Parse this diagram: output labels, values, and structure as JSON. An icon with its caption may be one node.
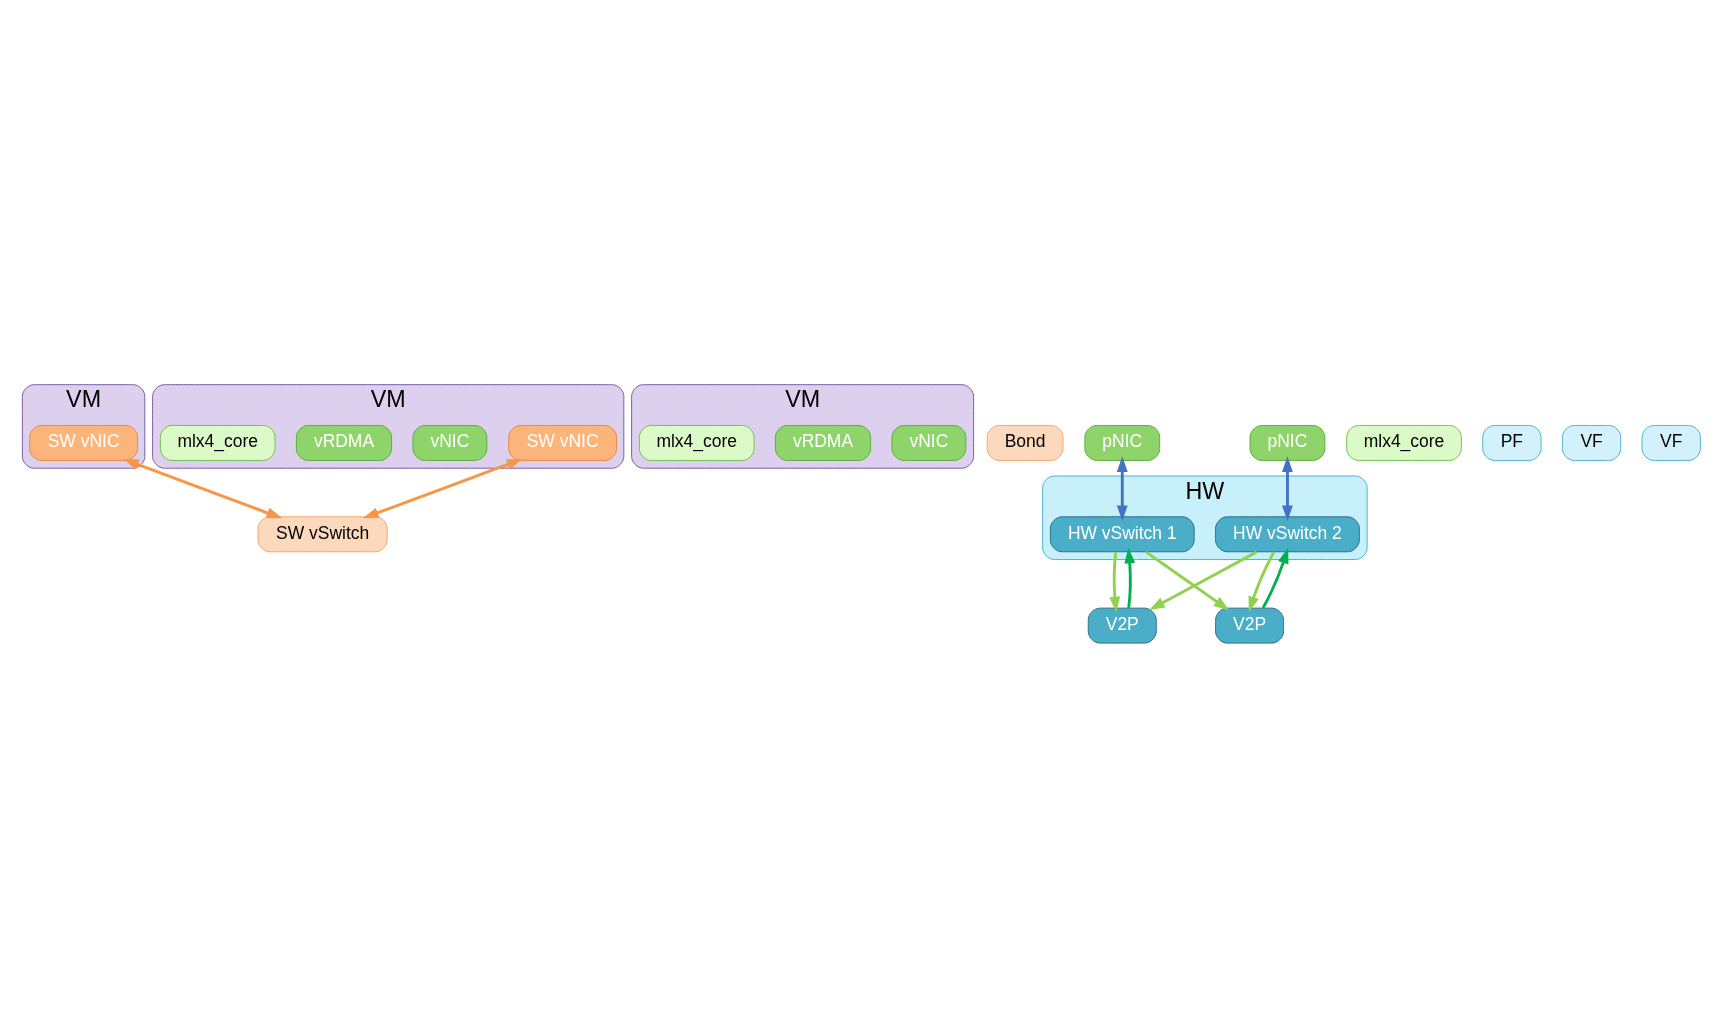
{
  "diagram": {
    "nodes": [
      {
        "text": [
          "VM"
        ]
      },
      {
        "text": [
          "SW vNIC"
        ],
        "in": 0
      },
      {
        "text": [
          "VM"
        ]
      },
      {
        "text": [
          "SW vNIC"
        ],
        "in": 2
      },
      {
        "text": [
          "vNIC"
        ],
        "in": 2
      },
      {
        "text": [
          "vRDMA"
        ],
        "in": 2
      },
      {
        "text": [
          "mlx4_core"
        ],
        "in": 2
      },
      {
        "text": [
          "VM"
        ]
      },
      {
        "text": [
          "vNIC"
        ],
        "in": 7
      },
      {
        "text": [
          "vRDMA"
        ],
        "in": 7
      },
      {
        "text": [
          "mlx4_core"
        ],
        "in": 7
      },
      {
        "text": [
          "SW vSwitch"
        ]
      },
      {
        "text": [
          "Bond"
        ]
      },
      {
        "text": [
          "pNIC"
        ]
      },
      {
        "text": [
          "pNIC"
        ]
      },
      {
        "text": [
          "mlx4_core"
        ]
      },
      {
        "text": [
          "PF"
        ]
      },
      {
        "text": [
          "VF"
        ]
      },
      {
        "text": [
          "V2P"
        ]
      },
      {
        "text": [
          "VF"
        ]
      },
      {
        "text": [
          "V2P"
        ]
      },
      {
        "text": [
          "HW"
        ]
      },
      {
        "text": [
          "HW vSwitch 1"
        ],
        "in": 21
      },
      {
        "text": [
          "HW vSwitch 2"
        ],
        "in": 21
      }
    ],
    "edges": [
      {
        "from": 1,
        "to": 11,
        "arrow": "both",
        "color": "#f79646"
      },
      {
        "from": 3,
        "to": 11,
        "arrow": "both",
        "color": "#f79646"
      },
      {
        "from": 18,
        "to": 22,
        "arrow": "to",
        "color": "#00b050"
      },
      {
        "from": 22,
        "to": 18,
        "arrow": "to"
      },
      {
        "from": 22,
        "to": 20,
        "arrow": "to"
      },
      {
        "from": 23,
        "to": 18,
        "arrow": "to"
      },
      {
        "from": 23,
        "to": 20,
        "arrow": "to"
      },
      {
        "from": 20,
        "to": 23,
        "arrow": "to",
        "color": "#00b050"
      },
      {
        "from": 13,
        "to": 22,
        "arrow": "both",
        "color": "#4472c4"
      },
      {
        "from": 14,
        "to": 23,
        "arrow": "both",
        "color": "#4472c4"
      }
    ]
  }
}
